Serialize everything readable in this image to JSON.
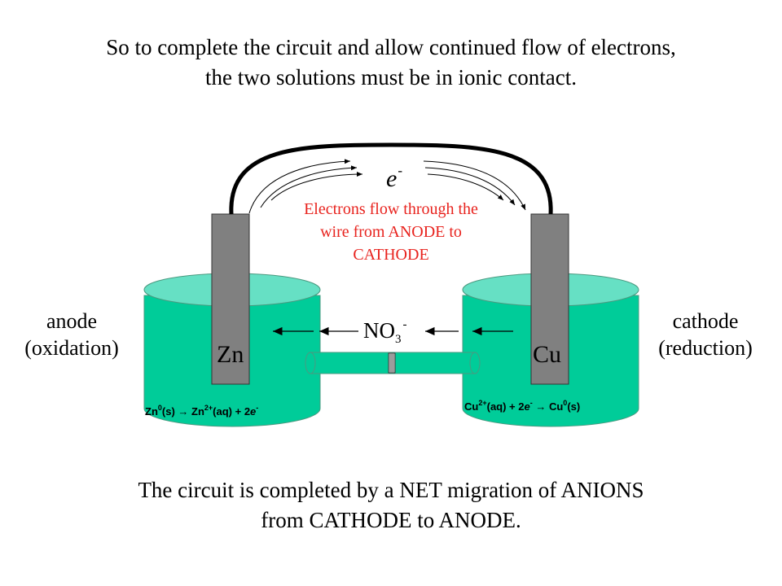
{
  "title": {
    "line1": "So to complete the circuit and allow continued flow of electrons,",
    "line2": "the two solutions must be in ionic contact."
  },
  "electron_symbol": {
    "base": "e",
    "charge": "-"
  },
  "wire_note": {
    "line1": "Electrons flow through the",
    "line2": "wire from ANODE to",
    "line3": "CATHODE"
  },
  "anode": {
    "line1": "anode",
    "line2": "(oxidation)",
    "electrode": "Zn"
  },
  "cathode": {
    "line1": "cathode",
    "line2": "(reduction)",
    "electrode": "Cu"
  },
  "ion": {
    "base": "NO",
    "subscript": "3",
    "charge": "-"
  },
  "reaction_left": {
    "a": "Zn",
    "a_sup": "0",
    "b": "(s) ",
    "arrow": "→",
    "c": " Zn",
    "c_sup": "2+",
    "d": "(aq) + 2",
    "e": "e",
    "e_sup": "-"
  },
  "reaction_right": {
    "a": "Cu",
    "a_sup": "2+",
    "b": "(aq) + 2",
    "e": "e",
    "e_sup": "-",
    "arrow": " → ",
    "c": "Cu",
    "c_sup": "0",
    "d": "(s)"
  },
  "caption": {
    "line1": "The circuit is completed by a NET migration of ANIONS",
    "line2": "from CATHODE to ANODE."
  },
  "colors": {
    "solution": "#00cc99",
    "solution_top": "#66e0c4",
    "electrode": "#808080",
    "note": "#e8231e",
    "wire": "#000000"
  }
}
